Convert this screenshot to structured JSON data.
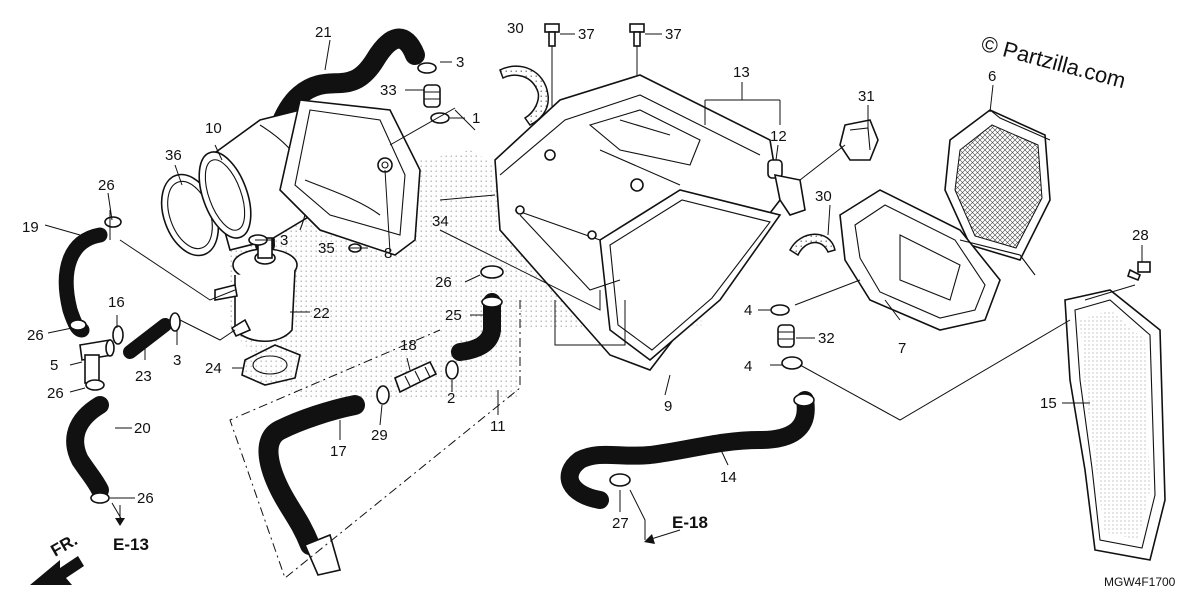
{
  "copyright": "© Partzilla.com",
  "diagram_code": "MGW4F1700",
  "direction_label": "FR.",
  "references": [
    {
      "id": "ref-e13",
      "text": "E-13"
    },
    {
      "id": "ref-e18",
      "text": "E-18"
    }
  ],
  "parts": [
    {
      "num": "21"
    },
    {
      "num": "3"
    },
    {
      "num": "33"
    },
    {
      "num": "1"
    },
    {
      "num": "30"
    },
    {
      "num": "37"
    },
    {
      "num": "37"
    },
    {
      "num": "13"
    },
    {
      "num": "12"
    },
    {
      "num": "31"
    },
    {
      "num": "6"
    },
    {
      "num": "10"
    },
    {
      "num": "36"
    },
    {
      "num": "26"
    },
    {
      "num": "3"
    },
    {
      "num": "35"
    },
    {
      "num": "8"
    },
    {
      "num": "34"
    },
    {
      "num": "30"
    },
    {
      "num": "28"
    },
    {
      "num": "19"
    },
    {
      "num": "22"
    },
    {
      "num": "26"
    },
    {
      "num": "25"
    },
    {
      "num": "4"
    },
    {
      "num": "16"
    },
    {
      "num": "26"
    },
    {
      "num": "32"
    },
    {
      "num": "7"
    },
    {
      "num": "5"
    },
    {
      "num": "23"
    },
    {
      "num": "3"
    },
    {
      "num": "18"
    },
    {
      "num": "4"
    },
    {
      "num": "24"
    },
    {
      "num": "26"
    },
    {
      "num": "2"
    },
    {
      "num": "9"
    },
    {
      "num": "15"
    },
    {
      "num": "20"
    },
    {
      "num": "29"
    },
    {
      "num": "11"
    },
    {
      "num": "14"
    },
    {
      "num": "17"
    },
    {
      "num": "26"
    },
    {
      "num": "27"
    }
  ]
}
